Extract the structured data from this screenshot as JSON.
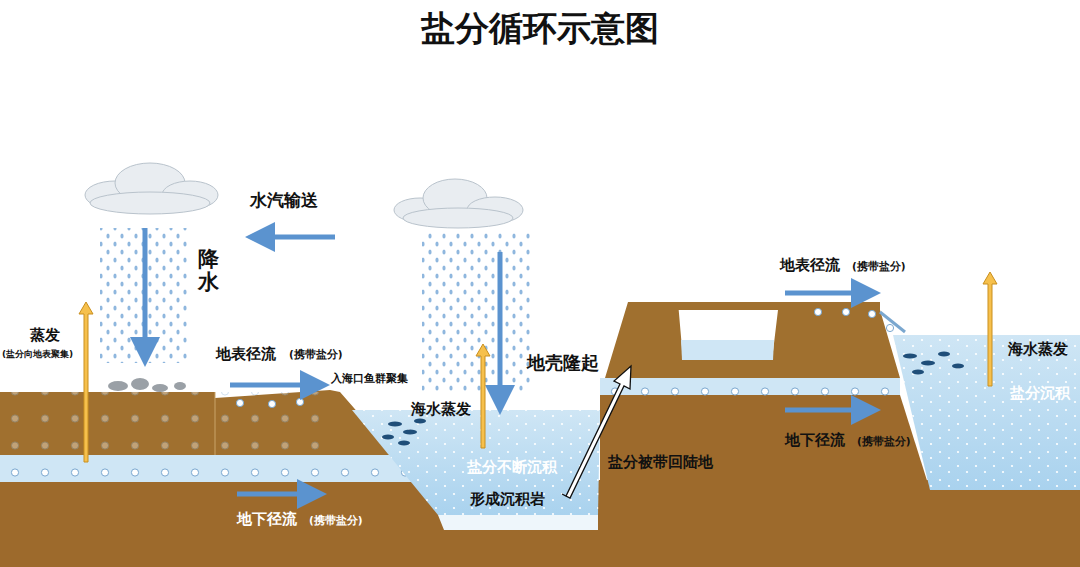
{
  "diagram": {
    "title": "盐分循环示意图",
    "labels": [
      "水汽输送",
      "降水",
      "蒸发",
      "(盐分向地表聚集)",
      "地表径流",
      "(携带盐分)",
      "入海口鱼群聚集",
      "海水蒸发",
      "盐分不断沉积",
      "形成沉积岩",
      "地壳隆起",
      "地表径流",
      "(携带盐分)",
      "海水蒸发",
      "盐分沉积",
      "盐分被带回陆地",
      "地下径流",
      "(携带盐分)",
      "地下径流",
      "(携带盐分)"
    ]
  }
}
